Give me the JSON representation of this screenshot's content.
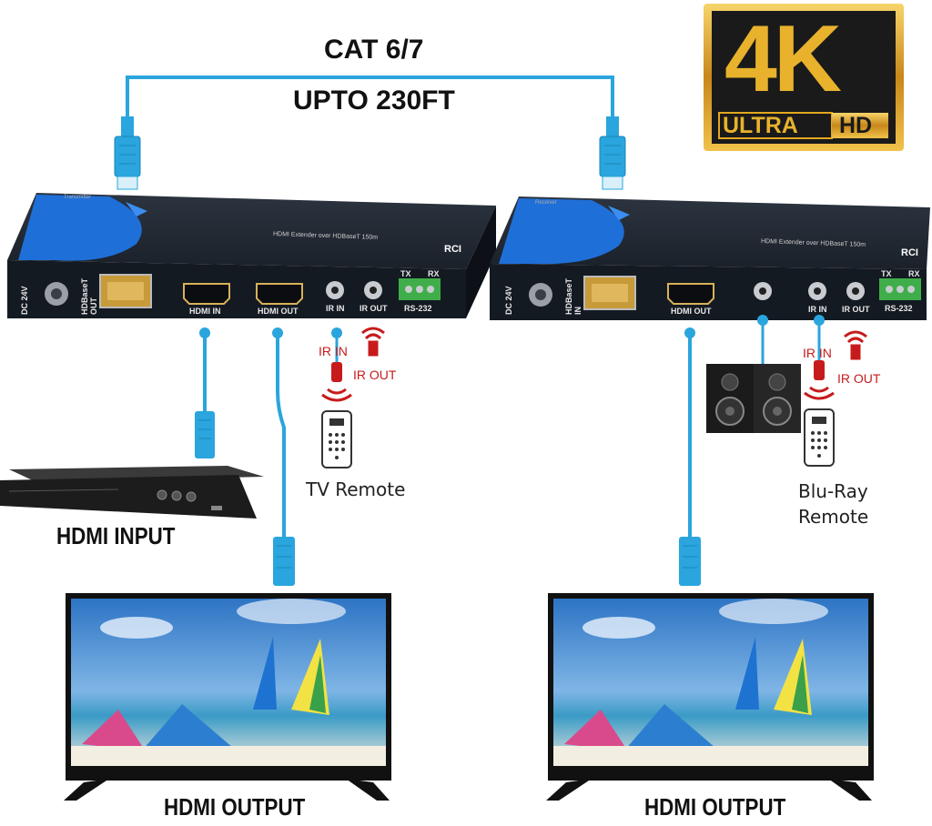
{
  "header": {
    "cable_type": "CAT 6/7",
    "distance": "UPTO 230FT"
  },
  "badge": {
    "resolution": "4K",
    "ultra": "ULTRA",
    "hd": "HD"
  },
  "transmitter": {
    "brand": "RCI",
    "model_text": "HDMI Extender over HDBaseT 150m",
    "unit_label": "Transmitter",
    "ports": {
      "power": "DC 24V",
      "hdbaset": "HDBaseT OUT",
      "hdmi_in": "HDMI IN",
      "hdmi_out": "HDMI OUT",
      "ir_in": "IR IN",
      "ir_out": "IR OUT",
      "tx": "TX",
      "rx": "RX",
      "rs232": "RS-232"
    },
    "ir_in_label": "IR IN",
    "ir_out_label": "IR OUT",
    "remote_label": "TV Remote"
  },
  "receiver": {
    "brand": "RCI",
    "model_text": "HDMI Extender over HDBaseT 150m",
    "unit_label": "Receiver",
    "ports": {
      "power": "DC 24V",
      "hdbaset": "HDBaseT IN",
      "hdmi_out": "HDMI OUT",
      "ir_in": "IR IN",
      "ir_out": "IR OUT",
      "tx": "TX",
      "rx": "RX",
      "rs232": "RS-232"
    },
    "ir_in_label": "IR IN",
    "ir_out_label": "IR OUT",
    "remote_label_line1": "Blu-Ray",
    "remote_label_line2": "Remote"
  },
  "captions": {
    "input": "HDMI INPUT",
    "output_left": "HDMI OUTPUT",
    "output_right": "HDMI OUTPUT"
  },
  "colors": {
    "cable": "#2aa5dd",
    "device_body": "#1f2630",
    "device_face": "#141a22",
    "accent_blue": "#1f6fd9",
    "ir_red": "#c71b1b",
    "gold": "#e3a81f"
  }
}
